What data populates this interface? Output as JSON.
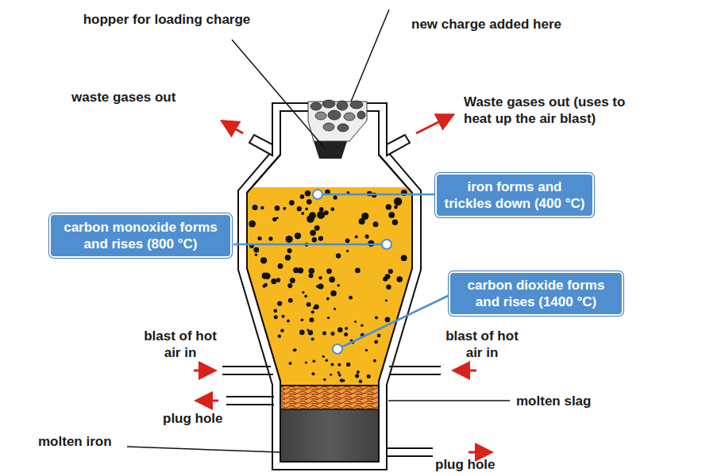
{
  "diagram": {
    "nodes": [
      {
        "text": [
          "iron forms and trickles down (400 °C)"
        ]
      },
      {
        "text": [
          "carbon monoxide forms and rises (800 °C)"
        ]
      },
      {
        "text": [
          "carbon dioxide forms and rises (1400 °C)"
        ]
      }
    ],
    "labels": [
      "hopper for loading charge",
      "new charge added here",
      "waste gases out",
      "Waste gases out (uses to heat up the air blast)",
      "blast of hot air in",
      "blast of hot air in",
      "plug hole",
      "molten slag",
      "molten iron",
      "plug hole"
    ]
  }
}
